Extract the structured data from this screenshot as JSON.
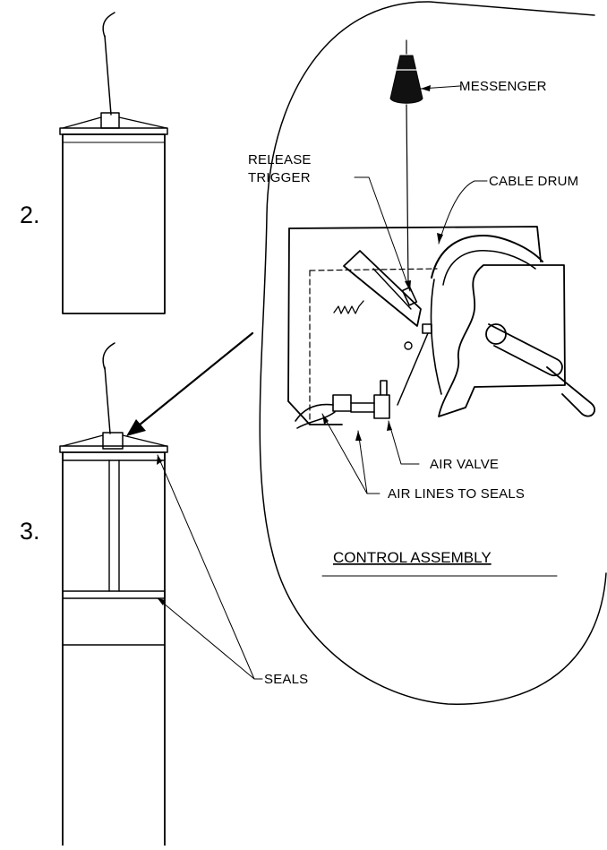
{
  "labels": {
    "step2": "2.",
    "step3": "3.",
    "messenger": "MESSENGER",
    "release_trigger_line1": "RELEASE",
    "release_trigger_line2": "TRIGGER",
    "cable_drum": "CABLE DRUM",
    "air_valve": "AIR VALVE",
    "air_lines": "AIR LINES TO SEALS",
    "control_assembly": "CONTROL ASSEMBLY",
    "seals": "SEALS"
  },
  "colors": {
    "ink": "#000000",
    "paper": "#ffffff"
  }
}
